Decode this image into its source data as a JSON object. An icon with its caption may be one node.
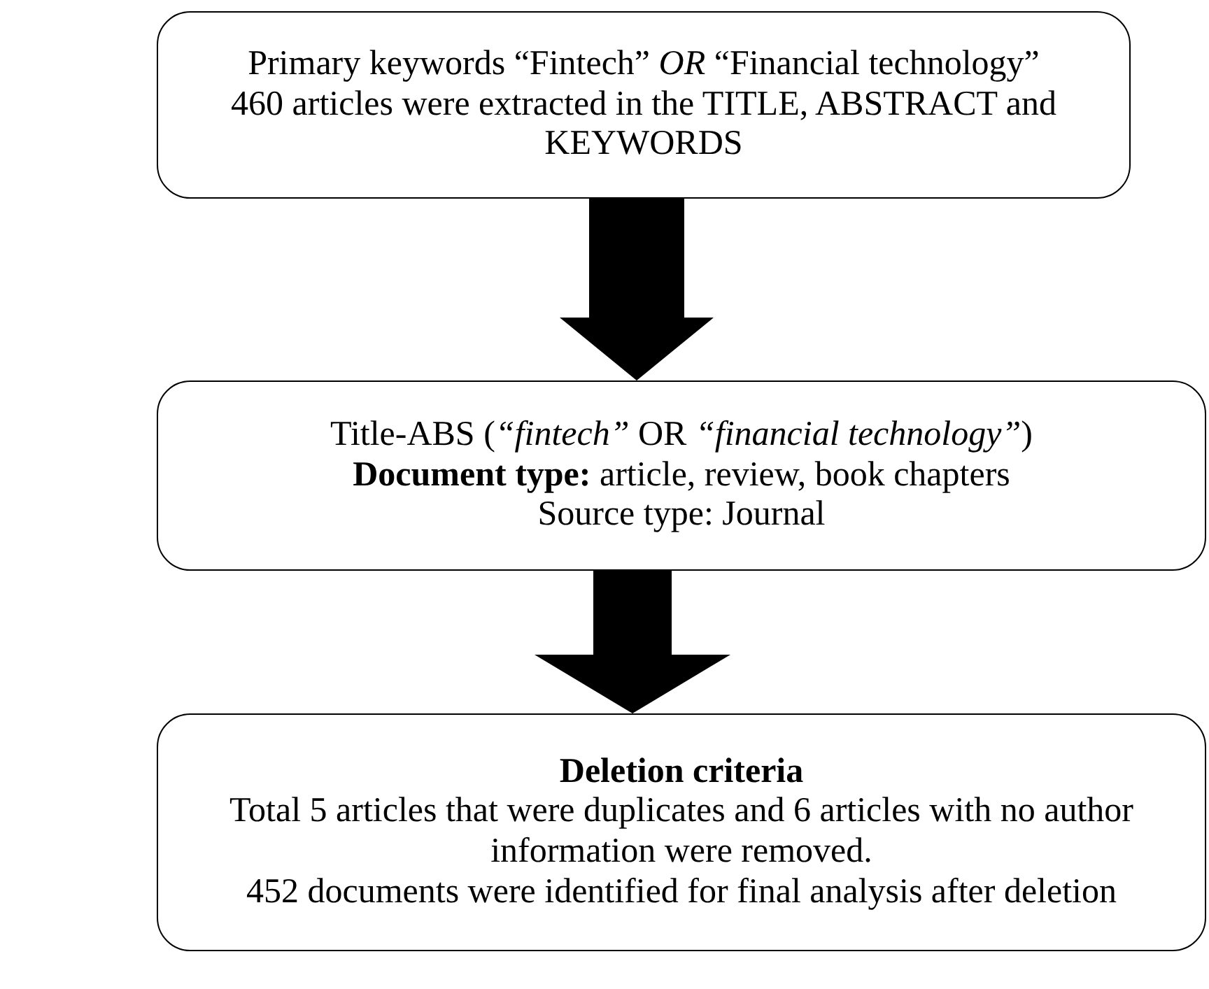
{
  "diagram": {
    "nodes": [
      {
        "text": [
          "Primary keywords “Fintech” *OR* “Financial technology”",
          "460 articles were extracted in the TITLE, ABSTRACT and KEYWORDS"
        ]
      },
      {
        "text": [
          "Title-ABS (*“fintech”* OR *“financial technology”*)",
          "**Document type:** article, review, book chapters",
          "Source type: Journal"
        ]
      },
      {
        "text": [
          "Deletion criteria",
          "Total 5 articles that were duplicates and 6 articles with no author information were removed.",
          "452 documents were identified for final analysis after deletion"
        ]
      }
    ],
    "edges": [
      {
        "from": 0,
        "to": 1,
        "arrow": "to",
        "style": "thick"
      },
      {
        "from": 1,
        "to": 2,
        "arrow": "to",
        "style": "thick"
      }
    ]
  }
}
